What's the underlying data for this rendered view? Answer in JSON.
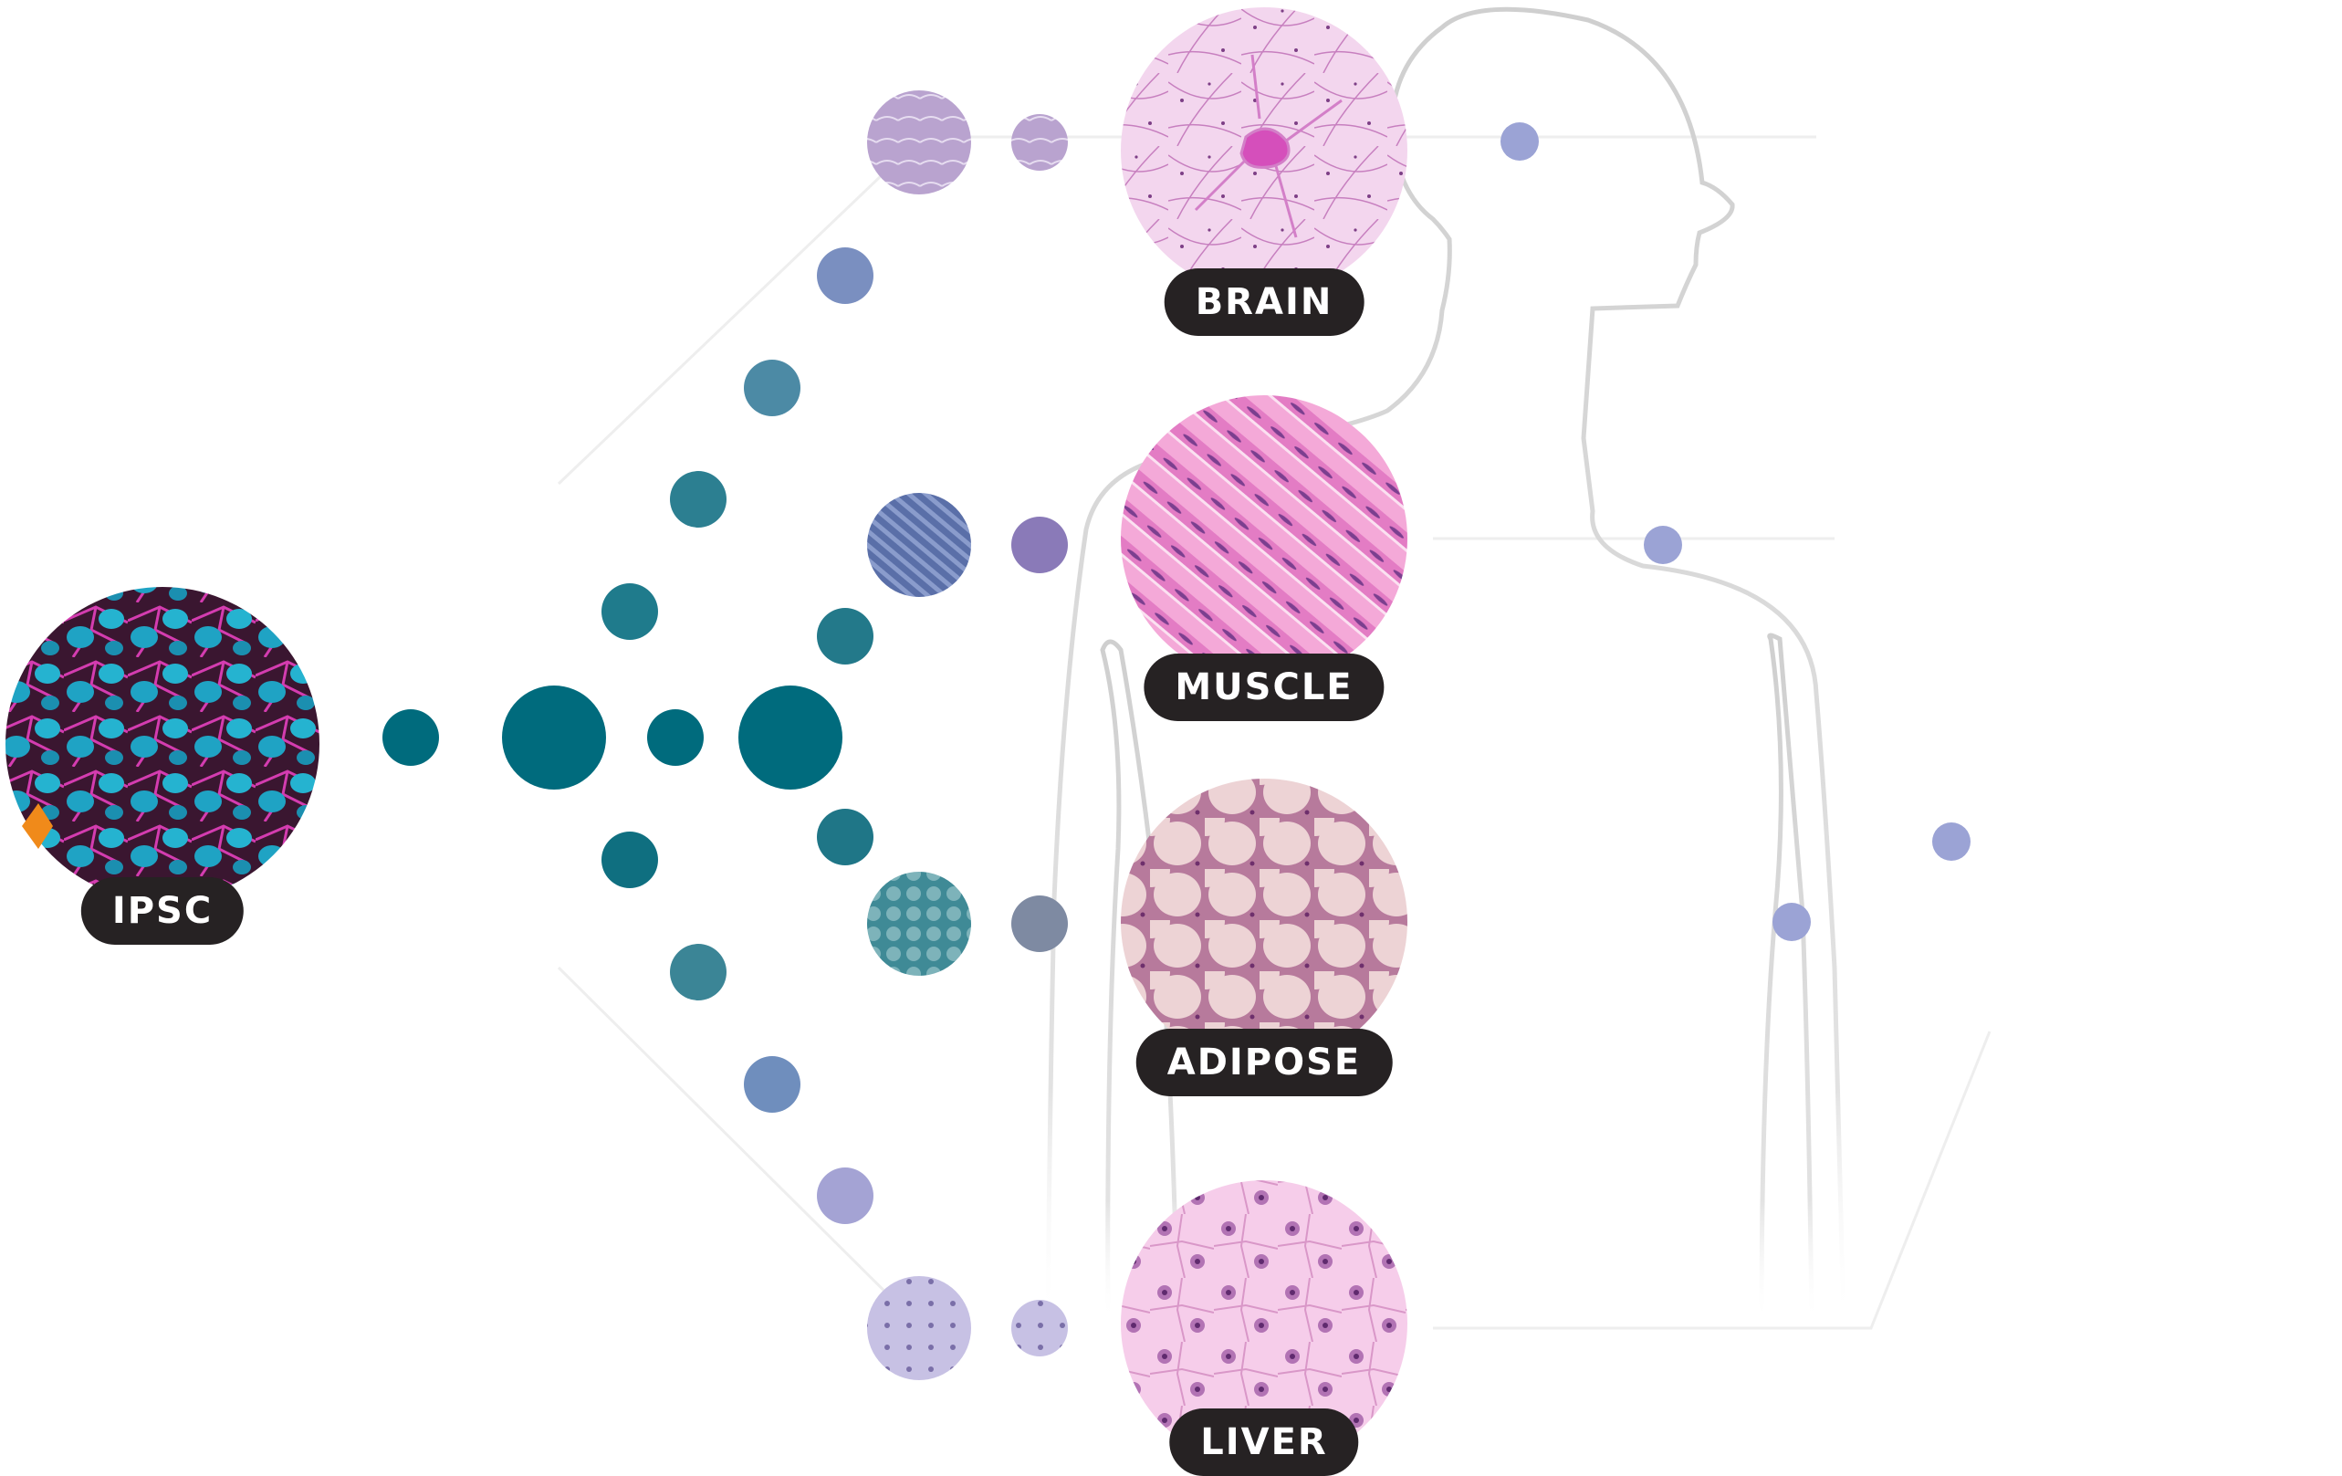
{
  "labels": {
    "ipsc": "IPSC",
    "brain": "BRAIN",
    "muscle": "MUSCLE",
    "adipose": "ADIPOSE",
    "liver": "LIVER"
  },
  "colors": {
    "stem_teal": "#006b7d",
    "organ_marker": "#9ba3d5",
    "label_bg": "#262223",
    "silhouette": "#dcdcdc",
    "brain_tissue": "#e7a6d6",
    "muscle_tissue": "#ea8fcd",
    "adipose_tissue": "#e3c5cc",
    "liver_tissue": "#f0b9e1",
    "ipsc_cells": "#1fa3c4"
  },
  "icons": [
    "ipsc-micrograph",
    "brain-micrograph",
    "muscle-micrograph",
    "adipose-micrograph",
    "liver-micrograph",
    "human-silhouette"
  ]
}
